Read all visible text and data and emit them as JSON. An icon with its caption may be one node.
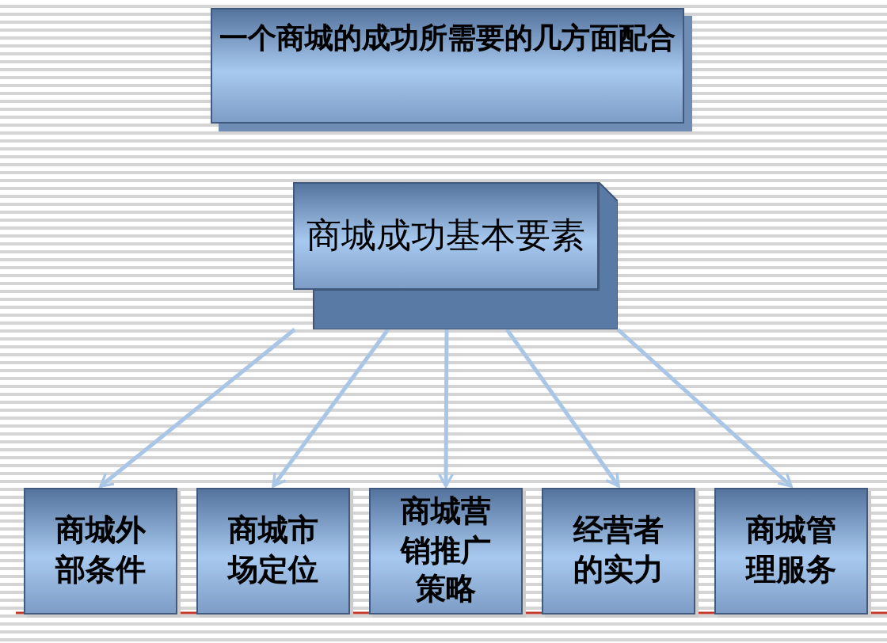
{
  "diagram": {
    "title": "一个商城的成功所需要的几方面配合",
    "nodes": [
      {
        "text": [
          "商城成功基本要素"
        ]
      },
      {
        "text": [
          "商城外部条件"
        ]
      },
      {
        "text": [
          "商城市场定位"
        ]
      },
      {
        "text": [
          "商城营销推广策略"
        ]
      },
      {
        "text": [
          "经营者的实力"
        ]
      },
      {
        "text": [
          "商城管理服务"
        ]
      }
    ],
    "edges": [
      {
        "from": 0,
        "to": 1,
        "arrow": "to"
      },
      {
        "from": 0,
        "to": 2,
        "arrow": "to"
      },
      {
        "from": 0,
        "to": 3,
        "arrow": "to"
      },
      {
        "from": 0,
        "to": 4,
        "arrow": "to"
      },
      {
        "from": 0,
        "to": 5,
        "arrow": "to"
      }
    ]
  }
}
